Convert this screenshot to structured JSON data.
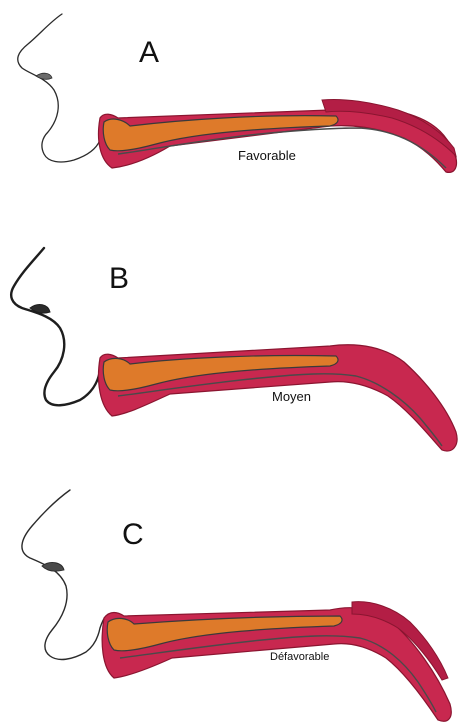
{
  "panels": [
    {
      "letter": "A",
      "caption": "Favorable"
    },
    {
      "letter": "B",
      "caption": "Moyen"
    },
    {
      "letter": "C",
      "caption": "Défavorable"
    }
  ],
  "colors": {
    "outline": "#2b2b2b",
    "tissue_red": "#c8284f",
    "tissue_dark": "#9c1838",
    "graft_orange": "#de7a2a",
    "graft_light": "#eb9a45"
  }
}
